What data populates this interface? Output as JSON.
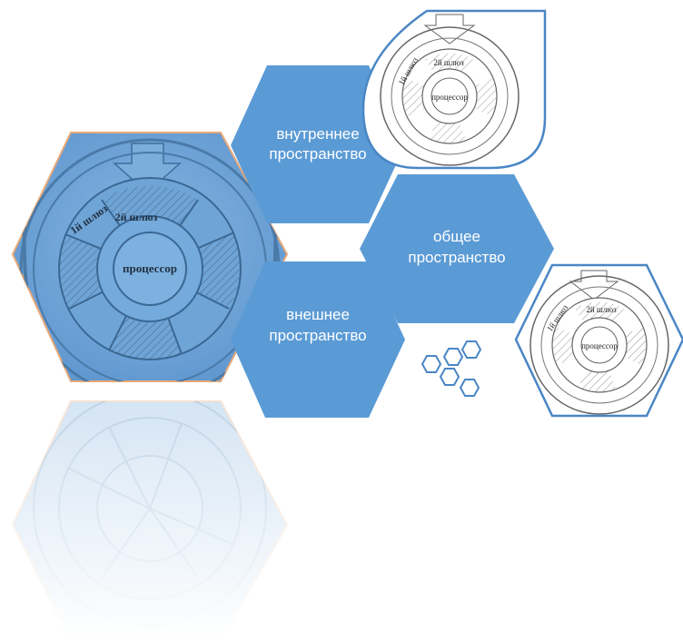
{
  "hexagons": {
    "inner_line1": "внутреннее",
    "inner_line2": "пространство",
    "common_line1": "общее",
    "common_line2": "пространство",
    "outer_line1": "внешнее",
    "outer_line2": "пространство"
  },
  "diagram_labels": {
    "processor": "процессор",
    "slot1": "1й шлюз",
    "slot2": "2й шлюз"
  },
  "colors": {
    "hex_blue": "#5b9bd5",
    "image_blue": "#6fa4d6",
    "outline_blue": "#4a86c5"
  }
}
